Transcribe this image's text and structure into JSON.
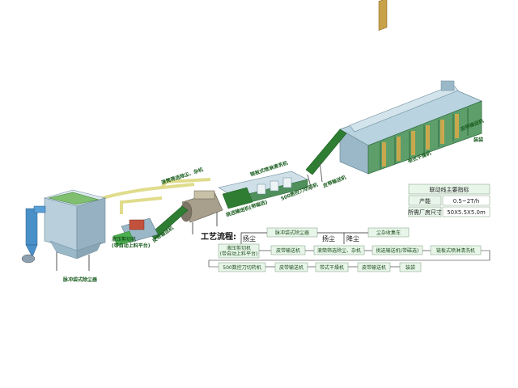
{
  "labels": {
    "dust_collector": "脉冲袋式除尘器",
    "hydraulic_cutter": "液压剪切机",
    "hydraulic_cutter_note": "(带自动上料平台)",
    "belt_conveyor_1": "皮带输送机",
    "drum_screen": "滚筒筛选除尘、杂机",
    "sorting_conveyor": "挑选输送机(带磁选)",
    "chain_washer": "链板式喷淋清洗机",
    "knife_cutter": "500数控刀切药机",
    "belt_conveyor_2": "皮带输送机",
    "belt_dryer": "带式干燥机",
    "belt_conveyor_3": "皮带输送机",
    "bagging": "装袋"
  },
  "specs": {
    "title": "联动线主要指标",
    "rows": [
      {
        "name": "产能",
        "value": "0.5~2T/h"
      },
      {
        "name": "所需厂房尺寸",
        "value": "50X5.5X5.0m"
      }
    ]
  },
  "flow": {
    "title": "工艺流程:",
    "top_box": "脉冲袋式除尘器",
    "raise_dust_1": "扬尘",
    "raise_dust_2": "扬尘",
    "drop_dust": "降尘",
    "dust_car": "尘杂收集车",
    "row1": [
      "液压剪切机\n(带自动上料平台)",
      "皮带输送机",
      "滚筒筛选除尘、杂机",
      "挑选输送机(带磁选)",
      "链板式喷淋清洗机"
    ],
    "row2": [
      "500数控刀切药机",
      "皮带输送机",
      "带式干燥机",
      "皮带输送机",
      "装袋"
    ]
  },
  "colors": {
    "machine_green": "#4caf50",
    "machine_dark": "#2e7d32",
    "steel_blue": "#8fb4c9",
    "pipe_yellow": "#e8e6a0",
    "label_green": "#1b5e20",
    "box_fill": "#e8f5e9"
  }
}
